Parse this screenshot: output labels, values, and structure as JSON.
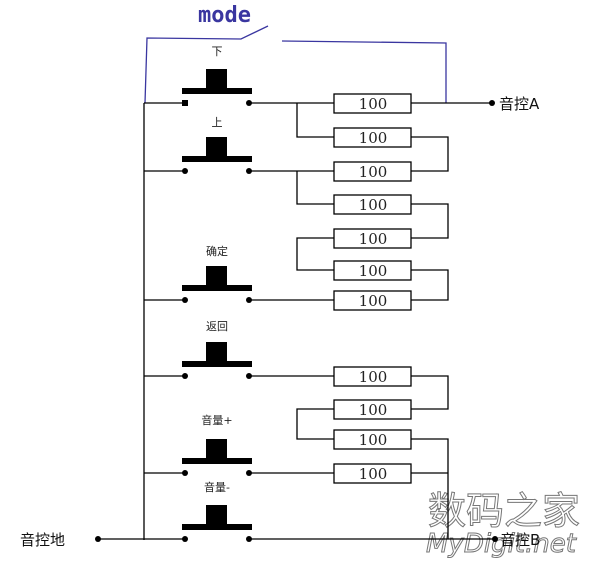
{
  "mode_switch": {
    "label": "mode",
    "color": "#3a36a0"
  },
  "buttons": [
    {
      "id": "down",
      "label": "下"
    },
    {
      "id": "up",
      "label": "上"
    },
    {
      "id": "confirm",
      "label": "确定"
    },
    {
      "id": "back",
      "label": "返回"
    },
    {
      "id": "vol_up",
      "label": "音量+"
    },
    {
      "id": "vol_down",
      "label": "音量-"
    }
  ],
  "resistors": [
    {
      "value": "100"
    },
    {
      "value": "100"
    },
    {
      "value": "100"
    },
    {
      "value": "100"
    },
    {
      "value": "100"
    },
    {
      "value": "100"
    },
    {
      "value": "100"
    },
    {
      "value": "100"
    },
    {
      "value": "100"
    },
    {
      "value": "100"
    },
    {
      "value": "100"
    }
  ],
  "terminals": {
    "a": "音控A",
    "b": "音控B",
    "ground": "音控地"
  },
  "watermark": {
    "cn": "数码之家",
    "en": "MyDigit.net"
  }
}
